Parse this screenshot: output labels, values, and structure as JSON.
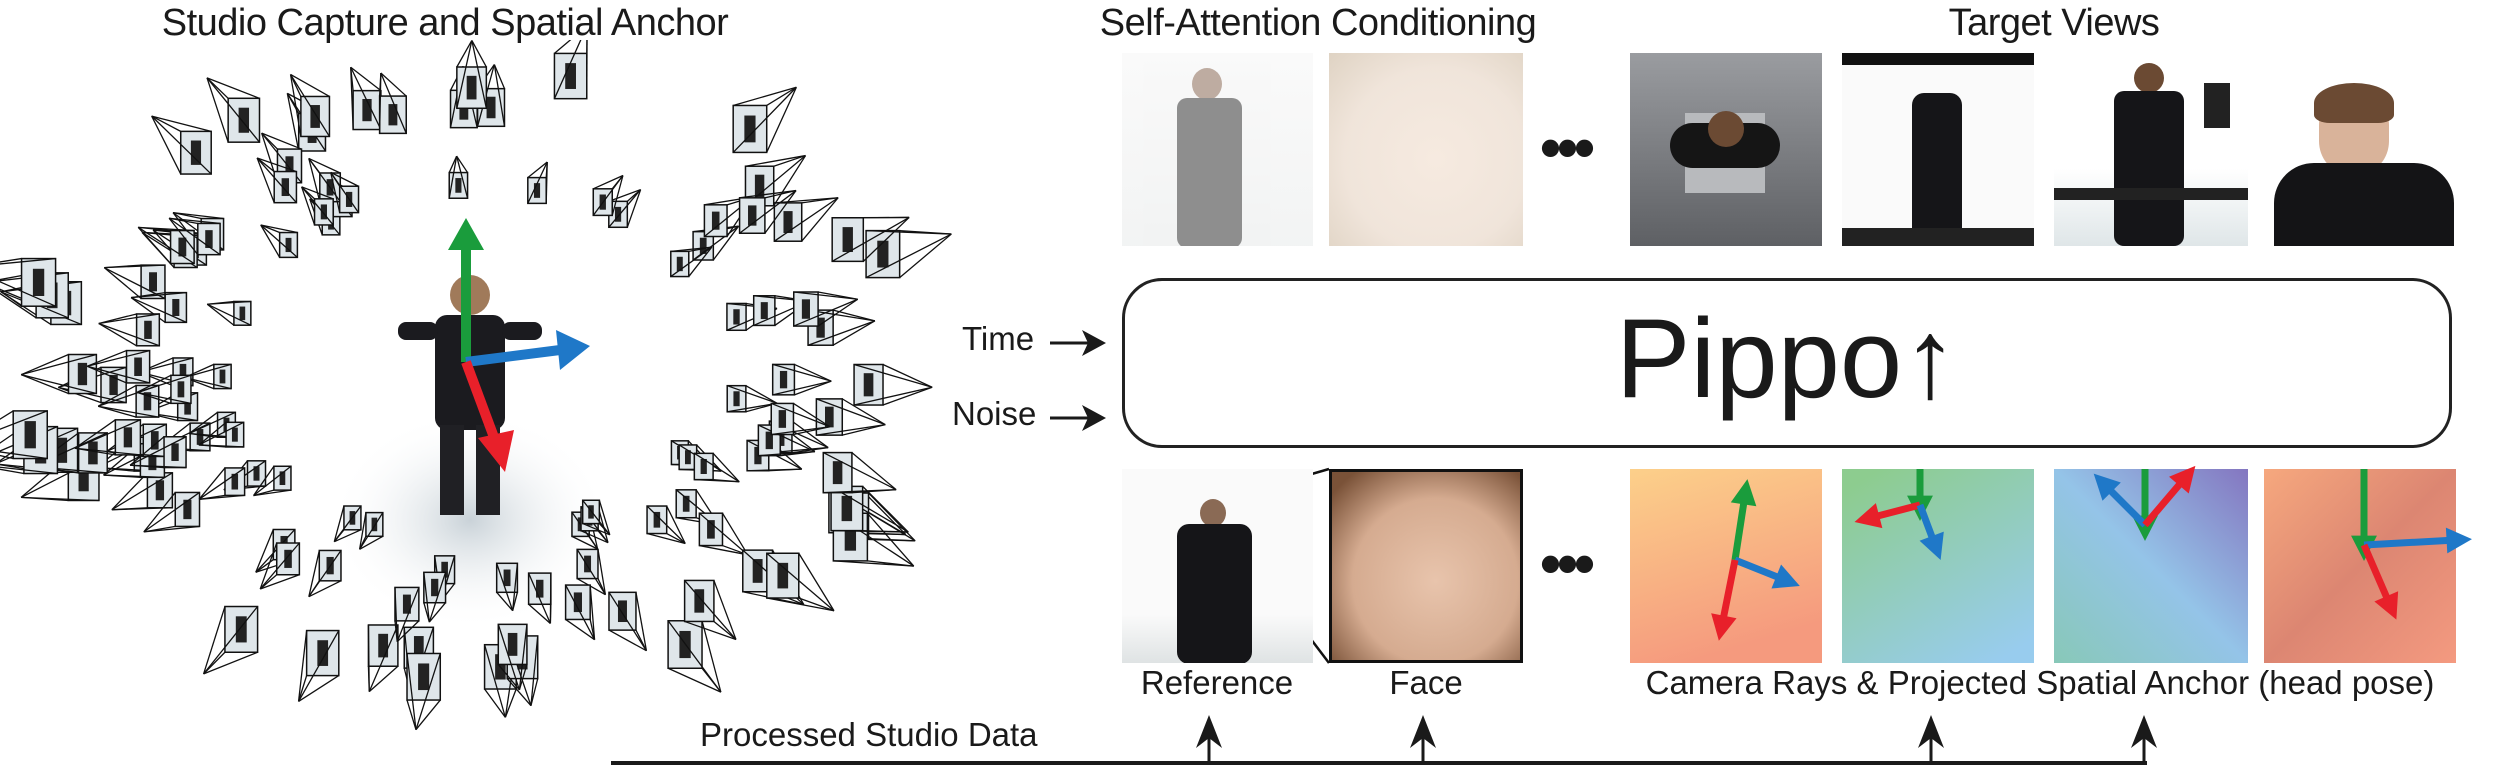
{
  "titles": {
    "studio": "Studio Capture and Spatial Anchor",
    "conditioning": "Self-Attention Conditioning",
    "targets": "Target Views"
  },
  "model": {
    "name": "Pippo",
    "upscale_symbol": "↑"
  },
  "inputs": {
    "time": "Time",
    "noise": "Noise"
  },
  "bottom_labels": {
    "reference": "Reference",
    "face": "Face",
    "rays": "Camera Rays & Projected Spatial Anchor (head pose)"
  },
  "processed": "Processed Studio Data",
  "ellipsis": "•••",
  "colors": {
    "axis_x": "#e8202a",
    "axis_y": "#1a9c3c",
    "axis_z": "#1f78c8"
  }
}
